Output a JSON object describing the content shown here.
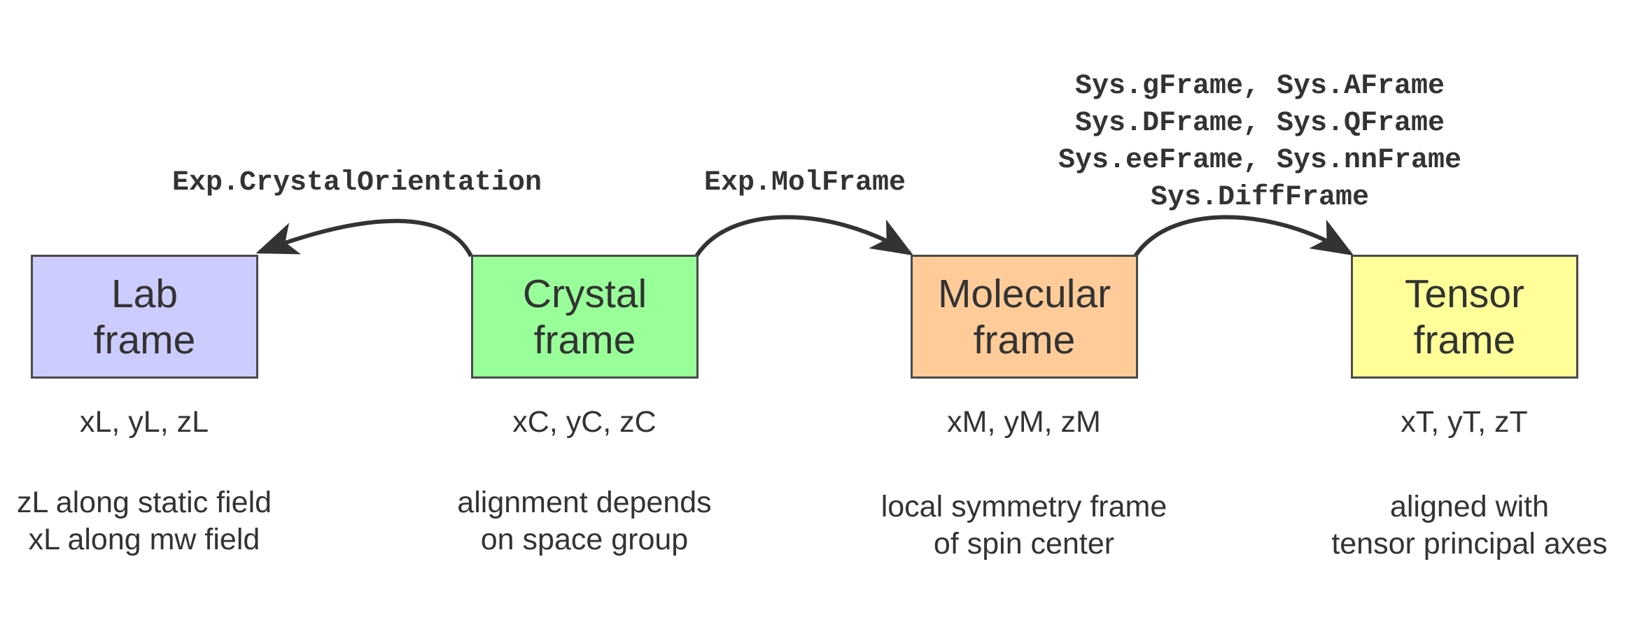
{
  "frames": [
    {
      "title_line1": "Lab",
      "title_line2": "frame",
      "axes": "xL, yL, zL",
      "desc_line1": "zL along static field",
      "desc_line2": "xL along mw field",
      "color": "#ccccff"
    },
    {
      "title_line1": "Crystal",
      "title_line2": "frame",
      "axes": "xC, yC, zC",
      "desc_line1": "alignment depends",
      "desc_line2": "on space group",
      "color": "#99ff99"
    },
    {
      "title_line1": "Molecular",
      "title_line2": "frame",
      "axes": "xM, yM, zM",
      "desc_line1": "local symmetry frame",
      "desc_line2": "of spin center",
      "color": "#ffcc99"
    },
    {
      "title_line1": "Tensor",
      "title_line2": "frame",
      "axes": "xT, yT, zT",
      "desc_line1": "aligned with",
      "desc_line2": "tensor principal axes",
      "color": "#ffff99"
    }
  ],
  "arrows": [
    {
      "label_lines": [
        "Exp.CrystalOrientation"
      ],
      "from": "Crystal frame",
      "to": "Lab frame"
    },
    {
      "label_lines": [
        "Exp.MolFrame"
      ],
      "from": "Crystal frame",
      "to": "Molecular frame"
    },
    {
      "label_lines": [
        "Sys.gFrame, Sys.AFrame",
        "Sys.DFrame, Sys.QFrame",
        "Sys.eeFrame, Sys.nnFrame",
        "Sys.DiffFrame"
      ],
      "from": "Molecular frame",
      "to": "Tensor frame"
    }
  ],
  "colors": {
    "border": "#4a4a4a",
    "text": "#333333",
    "arrow": "#333333"
  }
}
